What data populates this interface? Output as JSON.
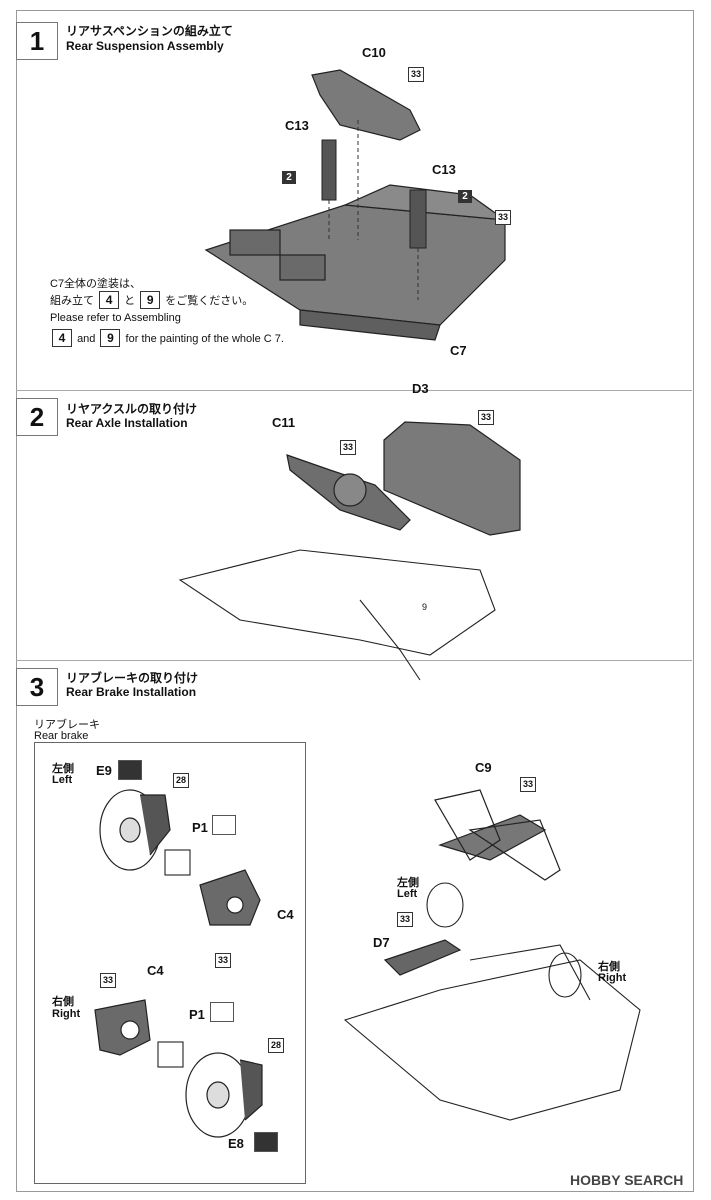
{
  "steps": [
    {
      "num": "1",
      "title_jp": "リアサスペンションの組み立て",
      "title_en": "Rear Suspension Assembly"
    },
    {
      "num": "2",
      "title_jp": "リヤアクスルの取り付け",
      "title_en": "Rear Axle Installation"
    },
    {
      "num": "3",
      "title_jp": "リアブレーキの取り付け",
      "title_en": "Rear Brake Installation"
    }
  ],
  "step1": {
    "labels": {
      "c10": "C10",
      "c13a": "C13",
      "c13b": "C13",
      "c7": "C7",
      "n2a": "2",
      "n2b": "2",
      "n33a": "33",
      "n33b": "33"
    },
    "note_jp1": "C7全体の塗装は、",
    "note_jp2_pre": "組み立て",
    "note_jp2_a": "4",
    "note_jp2_mid": "と",
    "note_jp2_b": "9",
    "note_jp2_post": "をご覧ください。",
    "note_en1": "Please refer to Assembling",
    "note_en2_a": "4",
    "note_en2_and": "and",
    "note_en2_b": "9",
    "note_en2_post": "for the painting of the whole C 7."
  },
  "step2": {
    "labels": {
      "c11": "C11",
      "d3": "D3",
      "n33a": "33",
      "n33b": "33",
      "n9": "9"
    }
  },
  "step3": {
    "sub_jp": "リアブレーキ",
    "sub_en": "Rear brake",
    "left_jp": "左側",
    "left_en": "Left",
    "right_jp": "右側",
    "right_en": "Right",
    "labels": {
      "e9": "E9",
      "p1a": "P1",
      "c4a": "C4",
      "c4b": "C4",
      "p1b": "P1",
      "e8": "E8",
      "n28a": "28",
      "n28b": "28",
      "n33a": "33",
      "n33b": "33",
      "n33c": "33",
      "n33d": "33",
      "c9": "C9",
      "d7": "D7",
      "left2_jp": "左側",
      "left2_en": "Left",
      "right2_jp": "右側",
      "right2_en": "Right"
    }
  },
  "watermark": "HOBBY SEARCH"
}
